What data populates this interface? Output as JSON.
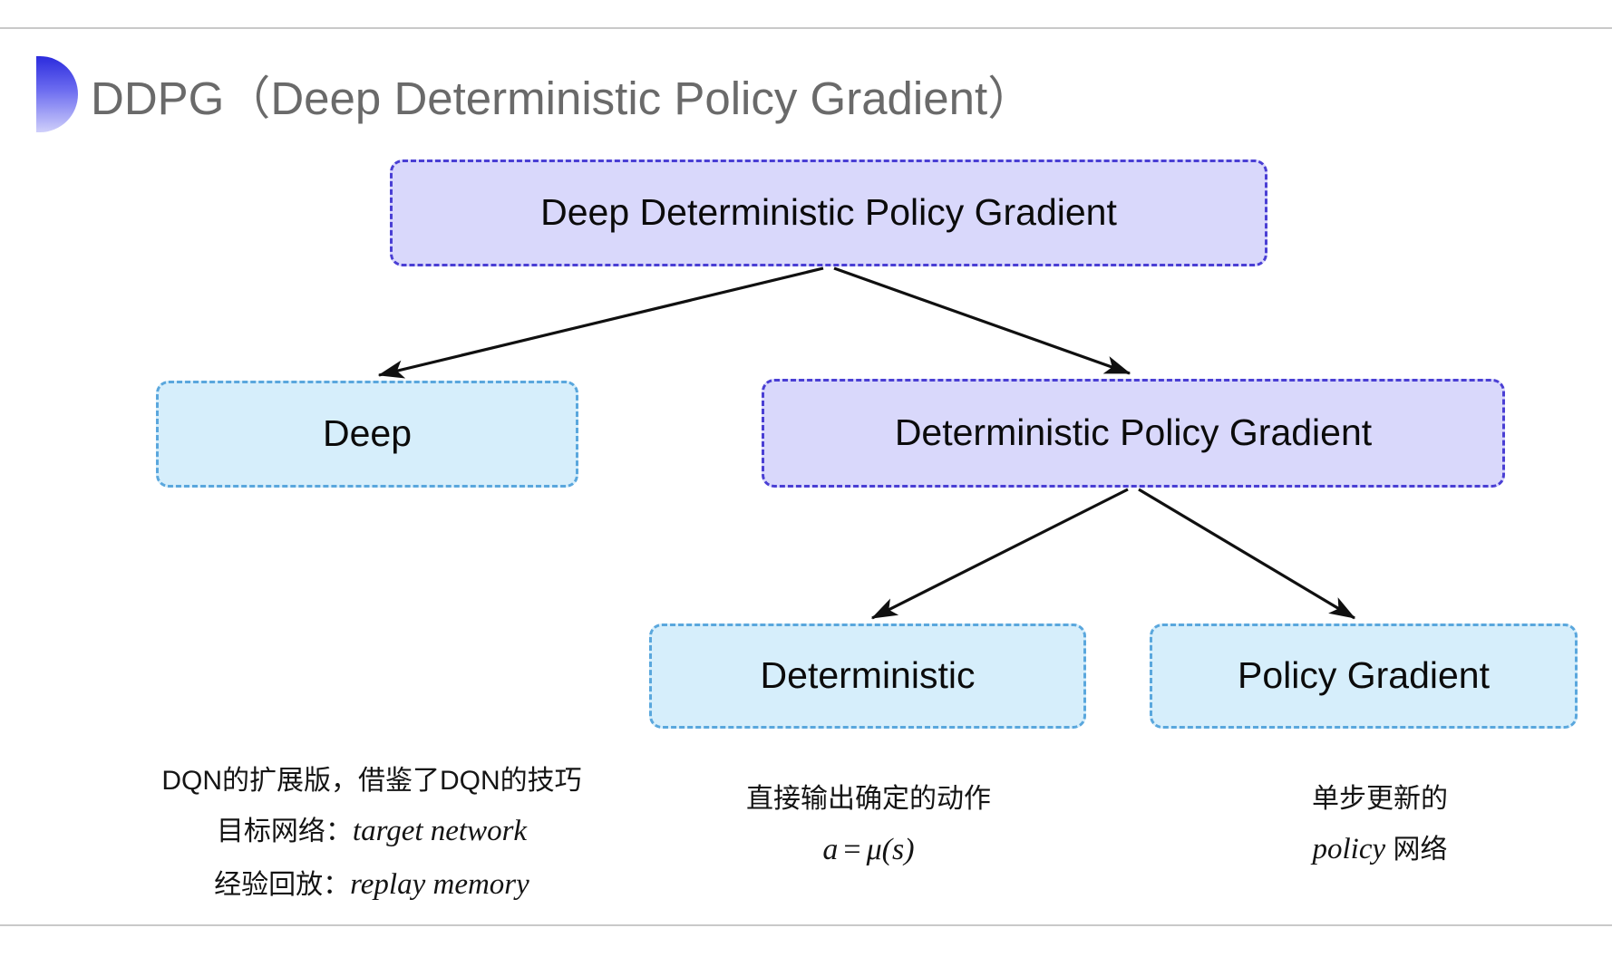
{
  "slide": {
    "title": "DDPG（Deep Deterministic Policy Gradient）",
    "bullet_icon": "gradient-semicircle-icon",
    "background_color": "#ffffff",
    "title_color": "#6a6a6a"
  },
  "palette": {
    "purple_fill": "#d9d8fb",
    "purple_border": "#4a3fd4",
    "cyan_fill": "#d6eefb",
    "cyan_border": "#5aa7dd",
    "arrow_color": "#101010",
    "text_color": "#0b0b0b"
  },
  "diagram": {
    "type": "tree",
    "nodes": [
      {
        "id": "root",
        "label": "Deep Deterministic Policy Gradient",
        "style": "purple",
        "level": 1
      },
      {
        "id": "deep",
        "label": "Deep",
        "style": "cyan",
        "level": 2
      },
      {
        "id": "dpg",
        "label": "Deterministic Policy Gradient",
        "style": "purple",
        "level": 2
      },
      {
        "id": "det",
        "label": "Deterministic",
        "style": "cyan",
        "level": 3
      },
      {
        "id": "pg",
        "label": "Policy Gradient",
        "style": "cyan",
        "level": 3
      }
    ],
    "edges": [
      {
        "from": "root",
        "to": "deep"
      },
      {
        "from": "root",
        "to": "dpg"
      },
      {
        "from": "dpg",
        "to": "det"
      },
      {
        "from": "dpg",
        "to": "pg"
      }
    ]
  },
  "notes": {
    "deep": {
      "line1": "DQN的扩展版，借鉴了DQN的技巧",
      "line2_label": "目标网络：",
      "line2_term": "target network",
      "line3_label": "经验回放：",
      "line3_term": "replay memory"
    },
    "deterministic": {
      "line1": "直接输出确定的动作",
      "formula_lhs": "a",
      "formula_op": "=",
      "formula_rhs": "μ(s)"
    },
    "policy_gradient": {
      "line1": "单步更新的",
      "line2_term": "policy",
      "line2_suffix": " 网络"
    }
  }
}
